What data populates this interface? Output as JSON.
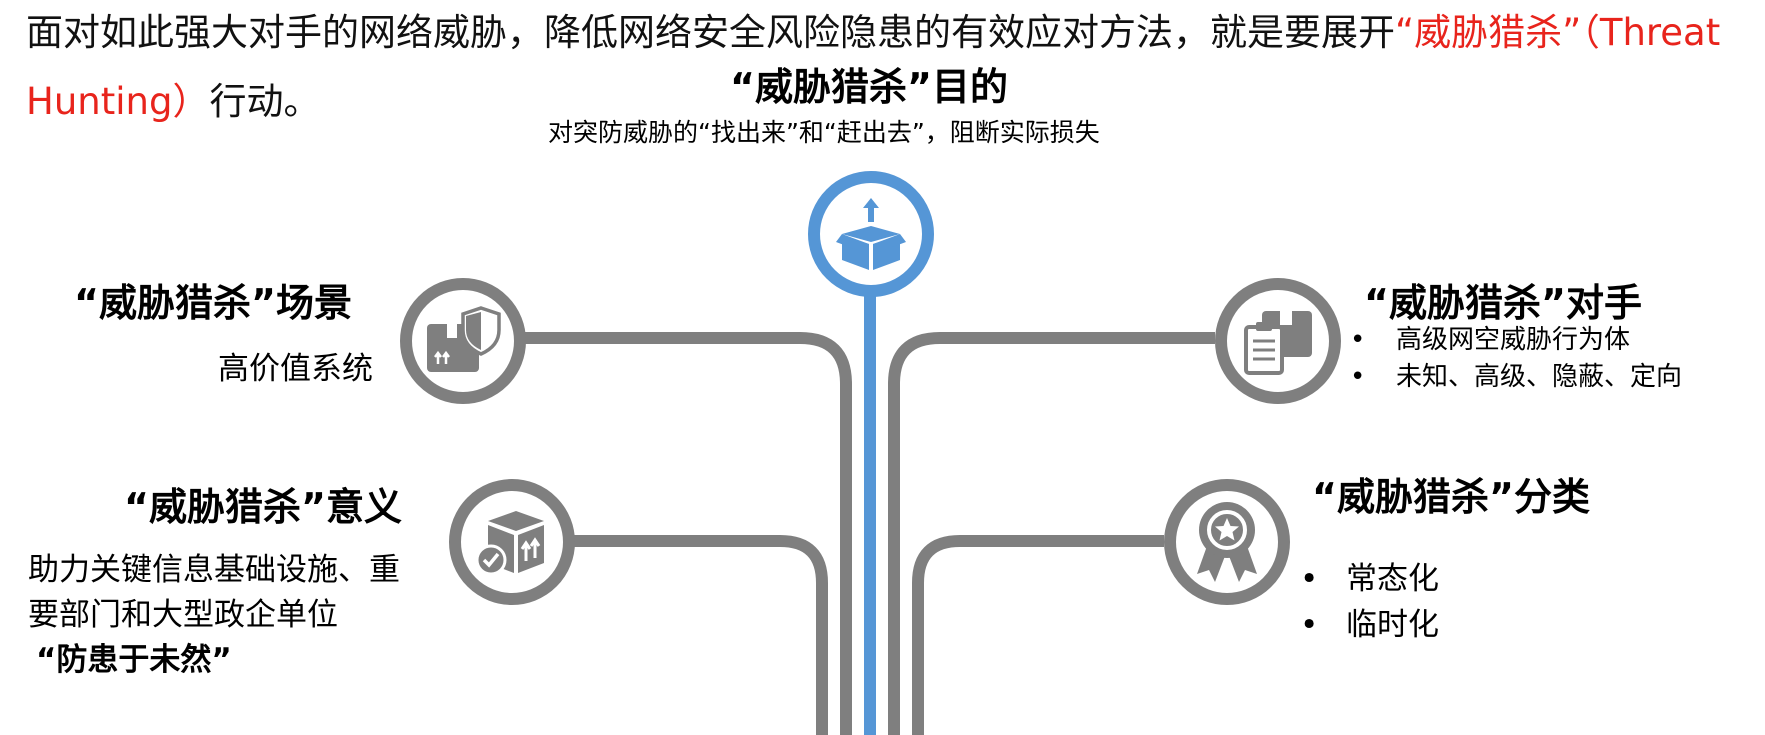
{
  "intro": {
    "text_before": "面对如此强大对手的网络威胁，降低网络安全风险隐患的有效应对方法，就是要展开",
    "highlight": "“威胁猎杀”（Threat Hunting）",
    "text_after": "行动。"
  },
  "purpose": {
    "title": "“威胁猎杀”目的",
    "subtitle": "对突防威胁的“找出来”和“赶出去”，阻断实际损失",
    "icon": "box-upload-icon"
  },
  "scenario": {
    "title": "“威胁猎杀”场景",
    "text": "高价值系统",
    "icon": "box-shield-icon"
  },
  "significance": {
    "title": "“威胁猎杀”意义",
    "lines": [
      "助力关键信息基础设施、重",
      "要部门和大型政企单位"
    ],
    "emphasis": "“防患于未然”",
    "icon": "box-check-icon"
  },
  "adversary": {
    "title": "“威胁猎杀”对手",
    "items": [
      "高级网空威胁行为体",
      "未知、高级、隐蔽、定向"
    ],
    "icon": "box-clipboard-icon"
  },
  "category": {
    "title": "“威胁猎杀”分类",
    "items": [
      "常态化",
      "临时化"
    ],
    "icon": "award-badge-icon"
  },
  "colors": {
    "accent_blue": "#5596d6",
    "wire_gray": "#7f7f7f",
    "highlight_red": "#e8241c"
  }
}
